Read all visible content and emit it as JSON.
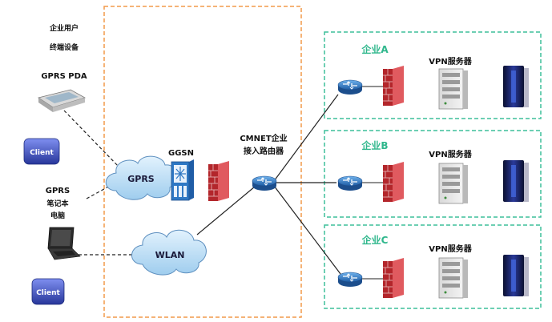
{
  "labels": {
    "enterprise_user_line1": "企业用户",
    "enterprise_user_line2": "终端设备",
    "gprs_pda": "GPRS PDA",
    "client_top": "Client",
    "gprs_laptop_line1": "GPRS",
    "gprs_laptop_line2": "笔记本",
    "gprs_laptop_line3": "电脑",
    "client_bottom": "Client",
    "gprs_cloud": "GPRS",
    "wlan_cloud": "WLAN",
    "ggsn": "GGSN",
    "cmnet_line1": "CMNET企业",
    "cmnet_line2": "接入路由器"
  },
  "enterprises": [
    {
      "name": "企业A",
      "vpn_label": "VPN服务器"
    },
    {
      "name": "企业B",
      "vpn_label": "VPN服务器"
    },
    {
      "name": "企业C",
      "vpn_label": "VPN服务器"
    }
  ],
  "colors": {
    "orange_border": "#f29a4a",
    "green_border": "#3dbf9a",
    "enterprise_text": "#2fb78c",
    "firewall_red": "#b3262b",
    "router_blue": "#2f78c4",
    "cloud_fill": "#bfe0f7",
    "client_blue": "#3a4fb8"
  },
  "icons": [
    "pda-icon",
    "client-icon",
    "laptop-icon",
    "gprs-cloud-icon",
    "wlan-cloud-icon",
    "ggsn-icon",
    "firewall-icon",
    "router-icon",
    "vpn-server-icon",
    "server-rack-icon"
  ]
}
